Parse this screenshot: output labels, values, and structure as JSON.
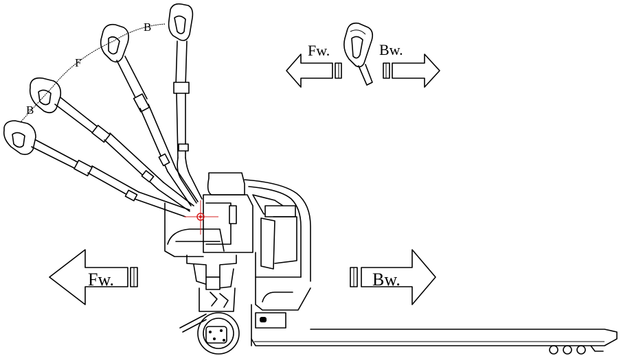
{
  "positions": {
    "b_upper": "B",
    "f_mid": "F",
    "b_lower": "B"
  },
  "top_arrows": {
    "forward_label": "Fw.",
    "backward_label": "Bw."
  },
  "bottom_arrows": {
    "forward_label": "Fw.",
    "backward_label": "Bw."
  },
  "colors": {
    "line": "#000000",
    "pivot_marker": "#d62020",
    "background": "#ffffff"
  },
  "icons": [
    "handle-grip-icon",
    "arrow-left-icon",
    "arrow-right-icon",
    "pivot-crosshair-icon",
    "wheel-icon"
  ]
}
